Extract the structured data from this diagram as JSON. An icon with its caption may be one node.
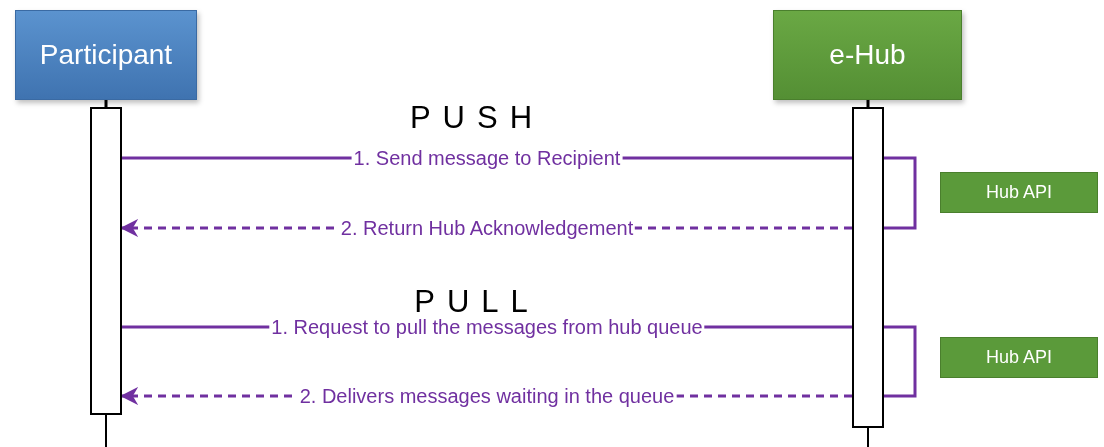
{
  "diagram": {
    "nodes": [
      {
        "text": [
          "Participant"
        ]
      },
      {
        "text": [
          "e-Hub"
        ]
      },
      {
        "text": [],
        "shape": "bar"
      },
      {
        "text": [],
        "shape": "bar"
      },
      {
        "text": [
          "Hub API"
        ]
      },
      {
        "text": [
          "Hub API"
        ]
      }
    ],
    "edges": [
      {
        "from": 0,
        "to": 2,
        "arrow": "none",
        "color": "#000000"
      },
      {
        "from": 1,
        "to": 3,
        "arrow": "none",
        "color": "#000000"
      },
      {
        "from": 2,
        "to": 3,
        "arrow": "none",
        "label": "1. Send message to Recipient"
      },
      {
        "from": 3,
        "to": 3,
        "arrow": "none"
      },
      {
        "from": 3,
        "to": 2,
        "arrow": "to",
        "style": "dashed",
        "label": "2. Return Hub Acknowledgement"
      },
      {
        "from": 2,
        "to": 3,
        "arrow": "none",
        "label": "1. Request to pull the messages from hub queue"
      },
      {
        "from": 3,
        "to": 3,
        "arrow": "none"
      },
      {
        "from": 3,
        "to": 2,
        "arrow": "to",
        "style": "dashed",
        "label": "2. Delivers messages waiting in the queue"
      }
    ],
    "labels": [
      "PUSH",
      "PULL"
    ]
  }
}
